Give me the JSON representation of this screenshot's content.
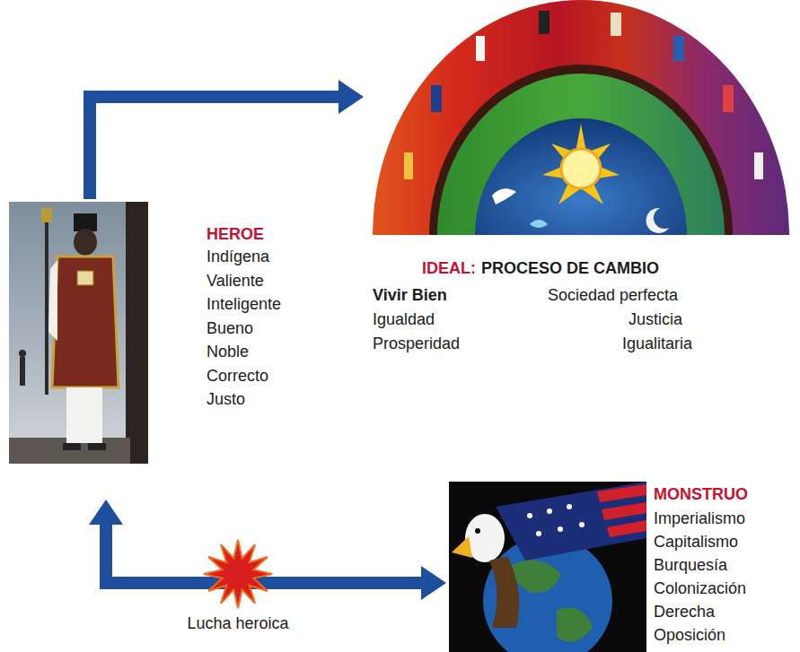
{
  "diagram": {
    "nodes": [
      {
        "text": [
          "HEROE",
          "Indígena",
          "Valiente",
          "Inteligente",
          "Bueno",
          "Noble",
          "Correcto",
          "Justo"
        ]
      },
      {
        "text": [
          "IDEAL:",
          "PROCESO DE CAMBIO",
          "Vivir Bien",
          "Sociedad perfecta",
          "Igualdad",
          "Justicia",
          "Prosperidad",
          "Igualitaria"
        ]
      },
      {
        "text": [
          "MONSTRUO",
          "Imperialismo",
          "Capitalismo",
          "Burquesía",
          "Colonización",
          "Derecha",
          "Oposición"
        ]
      }
    ],
    "edges": [
      {
        "from": 0,
        "to": 1,
        "arrow": "to"
      },
      {
        "from": 0,
        "to": 2,
        "arrow": "both",
        "label": "Lucha heroica"
      }
    ]
  }
}
